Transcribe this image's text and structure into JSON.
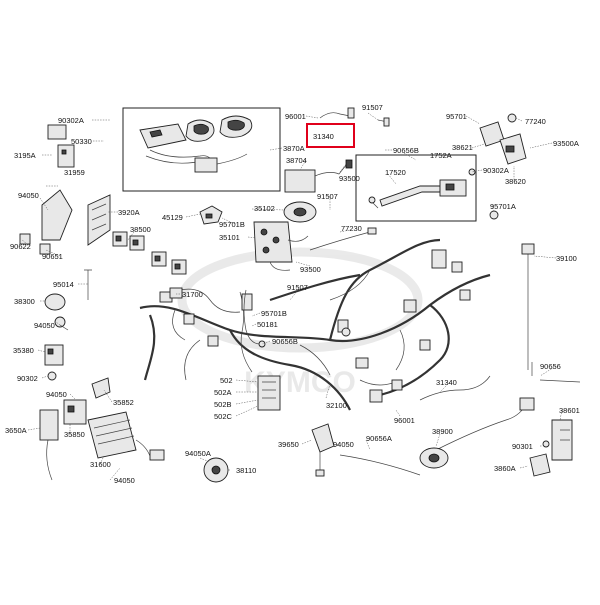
{
  "diagram": {
    "watermark": "KYMCO",
    "highlight_color": "#e0001b",
    "highlighted_part": "31340",
    "part_labels": {
      "p_90302A_a": "90302A",
      "p_50330": "50330",
      "p_3195A": "3195A",
      "p_31959": "31959",
      "p_94050_a": "94050",
      "p_3920A": "3920A",
      "p_90622": "90622",
      "p_90651": "90651",
      "p_38500": "38500",
      "p_45129": "45129",
      "p_95014": "95014",
      "p_38300": "38300",
      "p_94050_b": "94050",
      "p_35380": "35380",
      "p_90302": "90302",
      "p_31700": "31700",
      "p_94050_c": "94050",
      "p_35852": "35852",
      "p_3650A": "3650A",
      "p_35850": "35850",
      "p_31600": "31600",
      "p_94050_d": "94050",
      "p_94050A": "94050A",
      "p_38110": "38110",
      "p_3870A": "3870A",
      "p_96001_a": "96001",
      "p_31340_a": "31340",
      "p_91507_a": "91507",
      "p_90656B_a": "90656B",
      "p_38704": "38704",
      "p_93500_a": "93500",
      "p_91507_b": "91507",
      "p_35102": "35102",
      "p_95701B_a": "95701B",
      "p_35101": "35101",
      "p_77230": "77230",
      "p_93500_b": "93500",
      "p_91507_c": "91507",
      "p_95701B_b": "95701B",
      "p_50181": "50181",
      "p_90656B_b": "90656B",
      "p_502": "502",
      "p_502A": "502A",
      "p_502B": "502B",
      "p_502C": "502C",
      "p_32100": "32100",
      "p_39650": "39650",
      "p_94050_e": "94050",
      "p_90656A": "90656A",
      "p_96001_b": "96001",
      "p_1752A": "1752A",
      "p_17520": "17520",
      "p_95701_a": "95701",
      "p_38621": "38621",
      "p_77240": "77240",
      "p_93500A": "93500A",
      "p_90302A_b": "90302A",
      "p_38620": "38620",
      "p_95701A": "95701A",
      "p_39100": "39100",
      "p_90656": "90656",
      "p_31340_b": "31340",
      "p_38900": "38900",
      "p_38601": "38601",
      "p_90301": "90301",
      "p_3860A": "3860A"
    }
  }
}
